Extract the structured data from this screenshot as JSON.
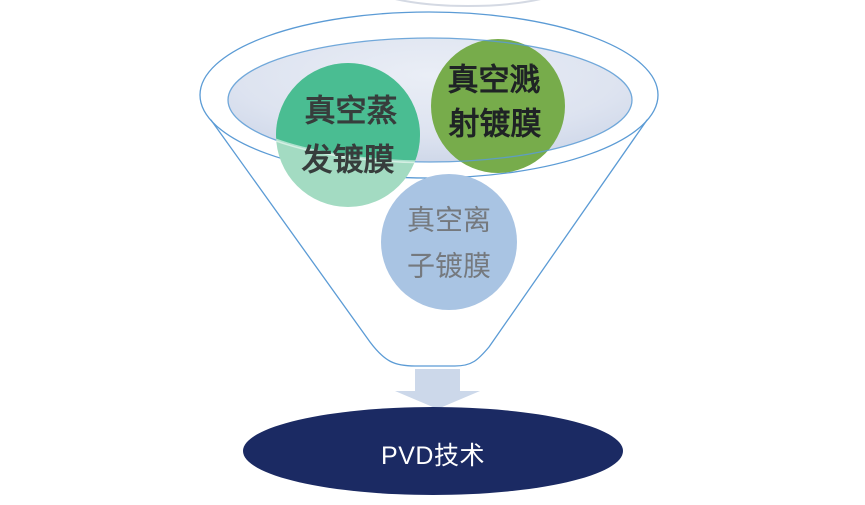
{
  "diagram": {
    "type": "funnel-to-output",
    "funnel": {
      "outline_color": "#5B9BD5",
      "bowl_fill_center": "#EAEEF6",
      "bowl_fill_edge": "#C9D3E6",
      "top_arc_color": "#D4D9E3"
    },
    "inputs": [
      {
        "name": "vacuum-evaporation-coating",
        "label": "真空蒸发镀膜",
        "lines": [
          "真空蒸",
          "发镀膜"
        ],
        "fill_upper": "#4ABD92",
        "fill_lower": "#A3DBC2",
        "text_color": "#373D3C"
      },
      {
        "name": "vacuum-sputtering-coating",
        "label": "真空溅射镀膜",
        "lines": [
          "真空溅",
          "射镀膜"
        ],
        "fill": "#77AC4B",
        "text_color": "#1F2325"
      },
      {
        "name": "vacuum-ion-coating",
        "label": "真空离子镀膜",
        "lines": [
          "真空离",
          "子镀膜"
        ],
        "fill": "#A9C4E3",
        "text_color": "#75797E"
      }
    ],
    "arrow": {
      "fill": "#CCD8EA"
    },
    "output": {
      "label": "PVD技术",
      "fill": "#1B2A63",
      "text_color": "#FFFFFF"
    }
  }
}
